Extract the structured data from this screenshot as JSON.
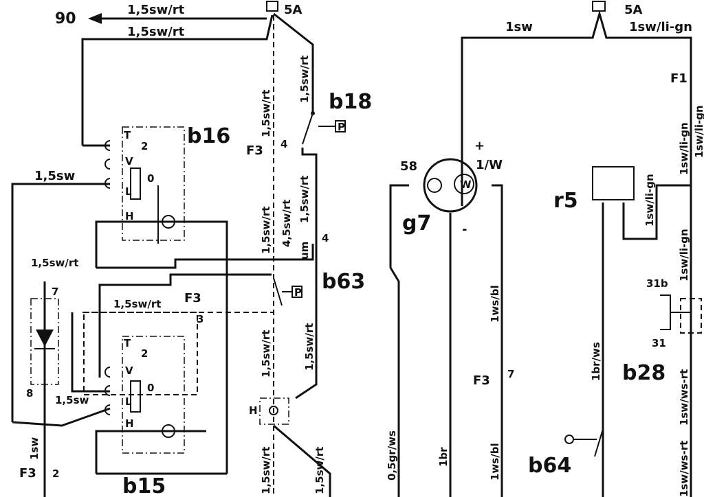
{
  "top": {
    "arrow_label": "90",
    "wire1": "1,5sw/rt",
    "wire2": "1,5sw/rt",
    "fuse_left": "5A",
    "fuse_right": "5A",
    "wire_right1": "1sw",
    "wire_right2": "1sw/li-gn"
  },
  "components": {
    "b16": "b16",
    "b15": "b15",
    "b18": "b18",
    "b63": "b63",
    "g7": "g7",
    "r5": "r5",
    "b28": "b28",
    "b64": "b64"
  },
  "left_labels": {
    "f3_a": "F3",
    "four_a": "4",
    "sw15": "1,5sw",
    "T1": "T",
    "two1": "2",
    "V1": "V",
    "zero1": "0",
    "L1": "L",
    "H1": "H",
    "swrt_a": "1,5sw/rt",
    "seven": "7",
    "eight": "8",
    "sw15b": "1,5sw",
    "swrt_b": "1,5sw/rt",
    "f3_b": "F3",
    "three": "3",
    "T2": "T",
    "two2": "2",
    "V2": "V",
    "zero2": "0",
    "L2": "L",
    "H2": "H",
    "onesw": "1sw",
    "f3_c": "F3",
    "two3": "2"
  },
  "mid_labels": {
    "v1": "1,5sw/rt",
    "v2": "1,5sw/rt",
    "v3": "1,5sw/rt",
    "v4": "4,5sw/rt",
    "v5": "1,5sw/rt",
    "v6": "1,5sw/rt",
    "v7": "1,5sw/rt",
    "v8": "1,5sw/rt",
    "v9": "1,5sw/rt",
    "four_b": "4",
    "P1": "P",
    "P2": "P",
    "H3": "H",
    "um": "um"
  },
  "right_labels": {
    "t58": "58",
    "w1": "1/W",
    "plus": "+",
    "minus": "-",
    "W": "W",
    "gr": "0,5gr/ws",
    "br": "1br",
    "wsbl1": "1ws/bl",
    "wsbl2": "1ws/bl",
    "f3_d": "F3",
    "seven_b": "7",
    "brws": "1br/ws",
    "f1": "F1",
    "ligr1": "1sw/li-gn",
    "ligr2": "1sw/li-gn",
    "ligr3": "1sw/li-gn",
    "ligr4": "1sw/li-gn",
    "t31b": "31b",
    "t31": "31",
    "swwsrt": "1sw/ws-rt",
    "swwsrt2": "1sw/ws-rt"
  }
}
